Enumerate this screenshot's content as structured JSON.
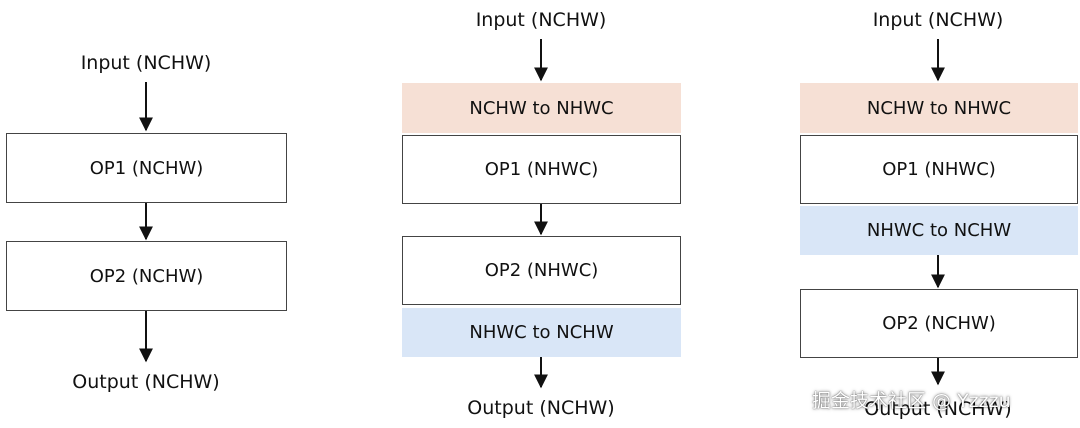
{
  "diagram": {
    "left": {
      "input_label": "Input (NCHW)",
      "op1_label": "OP1 (NCHW)",
      "op2_label": "OP2 (NCHW)",
      "output_label": "Output (NCHW)"
    },
    "middle": {
      "input_label": "Input (NCHW)",
      "convert_in_label": "NCHW to NHWC",
      "op1_label": "OP1 (NHWC)",
      "op2_label": "OP2 (NHWC)",
      "convert_out_label": "NHWC to NCHW",
      "output_label": "Output (NCHW)"
    },
    "right": {
      "input_label": "Input (NCHW)",
      "convert_in_label": "NCHW to NHWC",
      "op1_label": "OP1 (NHWC)",
      "convert_out_label": "NHWC to NCHW",
      "op2_label": "OP2 (NCHW)",
      "output_label": "Output (NCHW)"
    }
  },
  "watermark": "掘金技术社区 @ Yzzzu",
  "colors": {
    "to_nhwc_fill": "#f6e0d5",
    "to_nchw_fill": "#d9e6f7",
    "box_border": "#444444"
  }
}
